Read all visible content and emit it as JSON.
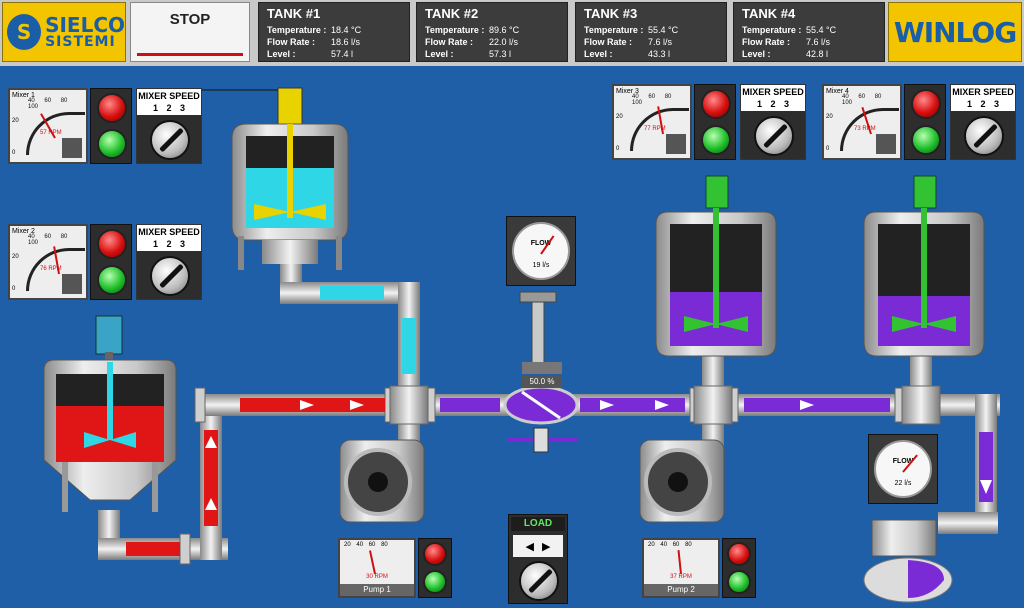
{
  "brand": {
    "logo_line1": "SIELCO",
    "logo_line2": "SISTEMI",
    "product": "WINLOG"
  },
  "stop_label": "STOP",
  "tanks": [
    {
      "title": "TANK #1",
      "temperature": "18.4 °C",
      "flow_rate": "18.6 l/s",
      "level": "57.4 l"
    },
    {
      "title": "TANK #2",
      "temperature": "89.6 °C",
      "flow_rate": "22.0 l/s",
      "level": "57.3 l"
    },
    {
      "title": "TANK #3",
      "temperature": "55.4 °C",
      "flow_rate": "7.6 l/s",
      "level": "43.3 l"
    },
    {
      "title": "TANK #4",
      "temperature": "55.4 °C",
      "flow_rate": "7.6 l/s",
      "level": "42.8 l"
    }
  ],
  "labels": {
    "temperature": "Temperature :",
    "flow_rate": "Flow Rate :",
    "level": "Level :"
  },
  "mixers": [
    {
      "name": "Mixer 1",
      "rpm": "57 RPM",
      "speed_title": "MIXER SPEED"
    },
    {
      "name": "Mixer 2",
      "rpm": "76 RPM",
      "speed_title": "MIXER SPEED"
    },
    {
      "name": "Mixer 3",
      "rpm": "77 RPM",
      "speed_title": "MIXER SPEED"
    },
    {
      "name": "Mixer 4",
      "rpm": "73 RPM",
      "speed_title": "MIXER SPEED"
    }
  ],
  "speed_options": [
    "1",
    "2",
    "3"
  ],
  "gauge_ticks": [
    "0",
    "20",
    "40",
    "60",
    "80",
    "100"
  ],
  "pumps": [
    {
      "name": "Pump 1",
      "rpm": "30 RPM"
    },
    {
      "name": "Pump 2",
      "rpm": "37 RPM"
    }
  ],
  "flow_meters": [
    {
      "label": "FLOW",
      "value": "19 l/s"
    },
    {
      "label": "FLOW",
      "value": "22 l/s"
    }
  ],
  "valve": {
    "percent": "50.0 %"
  },
  "load": {
    "label": "LOAD",
    "left_arrow": "◀",
    "right_arrow": "▶"
  },
  "colors": {
    "background": "#1f5fa8",
    "red_liquid": "#e01515",
    "purple_liquid": "#7a2bd6",
    "cyan_liquid": "#2fd6e6",
    "brand_yellow": "#f2c500"
  }
}
